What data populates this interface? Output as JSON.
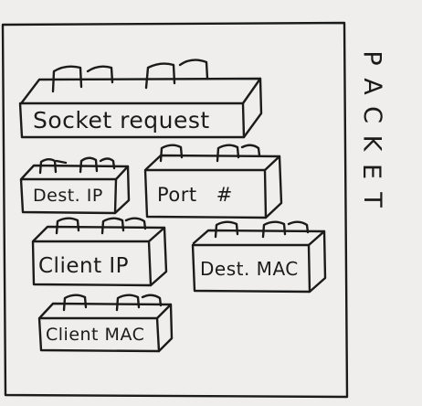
{
  "frame_label": "PACKET",
  "blocks": [
    {
      "id": "socket",
      "label": "Socket request"
    },
    {
      "id": "dest-ip",
      "label": "Dest. IP"
    },
    {
      "id": "port",
      "label": "Port #"
    },
    {
      "id": "client-ip",
      "label": "Client IP"
    },
    {
      "id": "dest-mac",
      "label": "Dest. MAC"
    },
    {
      "id": "client-mac",
      "label": "Client MAC"
    }
  ]
}
